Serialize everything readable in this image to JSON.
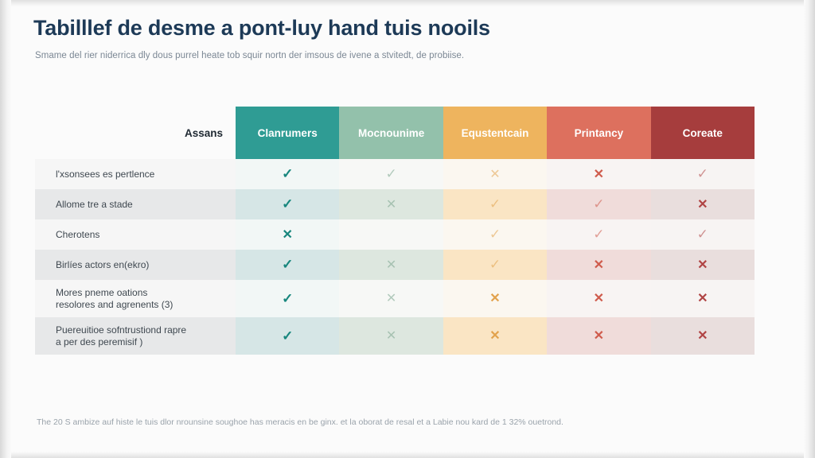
{
  "header": {
    "title": "Tabilllef de desme a pont-luy hand tuis nooils",
    "subtitle": "Smame del rier niderrica dly dous purrel heate tob squir nortn der imsous de ivene a stvitedt, de probiise."
  },
  "footnote": {
    "text": "The 20 S ambize auf histe le tuis dlor nrounsine soughoe has meracis en be ginx. et la oborat de resal et a Labie nou kard de 1 32% ouetrond."
  },
  "table": {
    "label_column_header": "Assans",
    "columns": [
      {
        "label": "Clanrumers",
        "header_bg": "#2f9c94",
        "header_fg": "#ffffff",
        "cell_bg_odd": "#f2f7f6",
        "cell_bg_even": "#d6e6e6",
        "mark_color": "#17867d"
      },
      {
        "label": "Mocnounime",
        "header_bg": "#93c1ab",
        "header_fg": "#ffffff",
        "cell_bg_odd": "#f7f8f6",
        "cell_bg_even": "#dde7df",
        "mark_color": "#7ba58e"
      },
      {
        "label": "Equstentcain",
        "header_bg": "#eeb45e",
        "header_fg": "#ffffff",
        "cell_bg_odd": "#fbf7f0",
        "cell_bg_even": "#fae5c4",
        "mark_color": "#e2a24c"
      },
      {
        "label": "Printancy",
        "header_bg": "#dd705e",
        "header_fg": "#ffffff",
        "cell_bg_odd": "#f8f4f3",
        "cell_bg_even": "#f0dcda",
        "mark_color": "#cf5b4c"
      },
      {
        "label": "Coreate",
        "header_bg": "#a63d3d",
        "header_fg": "#ffffff",
        "cell_bg_odd": "#f7f4f3",
        "cell_bg_even": "#e9dedd",
        "mark_color": "#b04444"
      }
    ],
    "rows": [
      {
        "label": "l'xsonsees es pertlence",
        "label_line2": "",
        "stripe": "norm",
        "cells": [
          {
            "mark": "check",
            "style": "solid"
          },
          {
            "mark": "check",
            "style": "dim"
          },
          {
            "mark": "cross",
            "style": "dim"
          },
          {
            "mark": "cross",
            "style": "solid"
          },
          {
            "mark": "check",
            "style": "dim"
          }
        ]
      },
      {
        "label": "Allome tre a stade",
        "label_line2": "",
        "stripe": "alt",
        "cells": [
          {
            "mark": "check",
            "style": "solid"
          },
          {
            "mark": "cross",
            "style": "dim"
          },
          {
            "mark": "check",
            "style": "dim"
          },
          {
            "mark": "check",
            "style": "dim"
          },
          {
            "mark": "cross",
            "style": "solid"
          }
        ]
      },
      {
        "label": "Cherotens",
        "label_line2": "",
        "stripe": "norm",
        "cells": [
          {
            "mark": "cross",
            "style": "solid"
          },
          {
            "mark": "none",
            "style": "none"
          },
          {
            "mark": "check",
            "style": "dim"
          },
          {
            "mark": "check",
            "style": "dim"
          },
          {
            "mark": "check",
            "style": "dim"
          }
        ]
      },
      {
        "label": "Birlíes actors en(ekro)",
        "label_line2": "",
        "stripe": "alt",
        "cells": [
          {
            "mark": "check",
            "style": "solid"
          },
          {
            "mark": "cross",
            "style": "dim"
          },
          {
            "mark": "check",
            "style": "dim"
          },
          {
            "mark": "cross",
            "style": "solid"
          },
          {
            "mark": "cross",
            "style": "solid"
          }
        ]
      },
      {
        "label": "Mores pneme oations",
        "label_line2": "resolores and agrenents (3)",
        "stripe": "norm",
        "cells": [
          {
            "mark": "check",
            "style": "solid"
          },
          {
            "mark": "cross",
            "style": "dim"
          },
          {
            "mark": "cross",
            "style": "solid"
          },
          {
            "mark": "cross",
            "style": "solid"
          },
          {
            "mark": "cross",
            "style": "solid"
          }
        ]
      },
      {
        "label": "Puereuitioe sofntrustiond rapre",
        "label_line2": "a per des peremisif )",
        "stripe": "alt",
        "cells": [
          {
            "mark": "check",
            "style": "solid"
          },
          {
            "mark": "cross",
            "style": "dim"
          },
          {
            "mark": "cross",
            "style": "solid"
          },
          {
            "mark": "cross",
            "style": "solid"
          },
          {
            "mark": "cross",
            "style": "solid"
          }
        ]
      }
    ],
    "glyphs": {
      "check": "✓",
      "cross": "✕"
    }
  }
}
